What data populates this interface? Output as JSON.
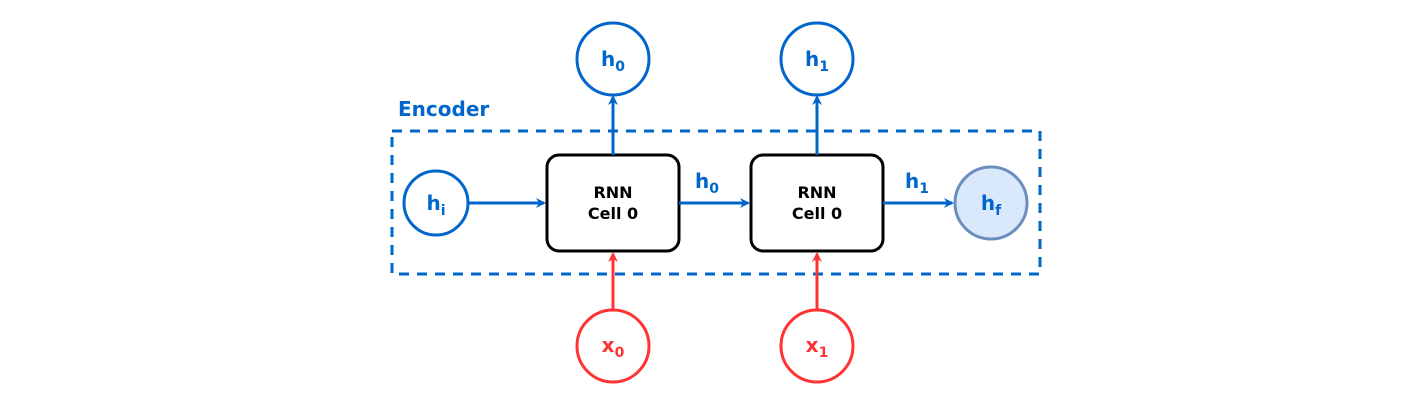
{
  "diagram": {
    "title": "Encoder",
    "colors": {
      "hidden": "#0066CC",
      "input": "#FF3333",
      "cell_border": "#000000",
      "final_fill": "#DAE8FC",
      "final_stroke": "#6C8EBF"
    },
    "initial_state": {
      "base": "h",
      "sub": "i"
    },
    "final_state": {
      "base": "h",
      "sub": "f"
    },
    "cells": [
      {
        "line1": "RNN",
        "line2": "Cell 0",
        "output": {
          "base": "h",
          "sub": "0"
        },
        "input": {
          "base": "x",
          "sub": "0"
        },
        "edge_label": {
          "base": "h",
          "sub": "0"
        }
      },
      {
        "line1": "RNN",
        "line2": "Cell 0",
        "output": {
          "base": "h",
          "sub": "1"
        },
        "input": {
          "base": "x",
          "sub": "1"
        },
        "edge_label": {
          "base": "h",
          "sub": "1"
        }
      }
    ]
  }
}
